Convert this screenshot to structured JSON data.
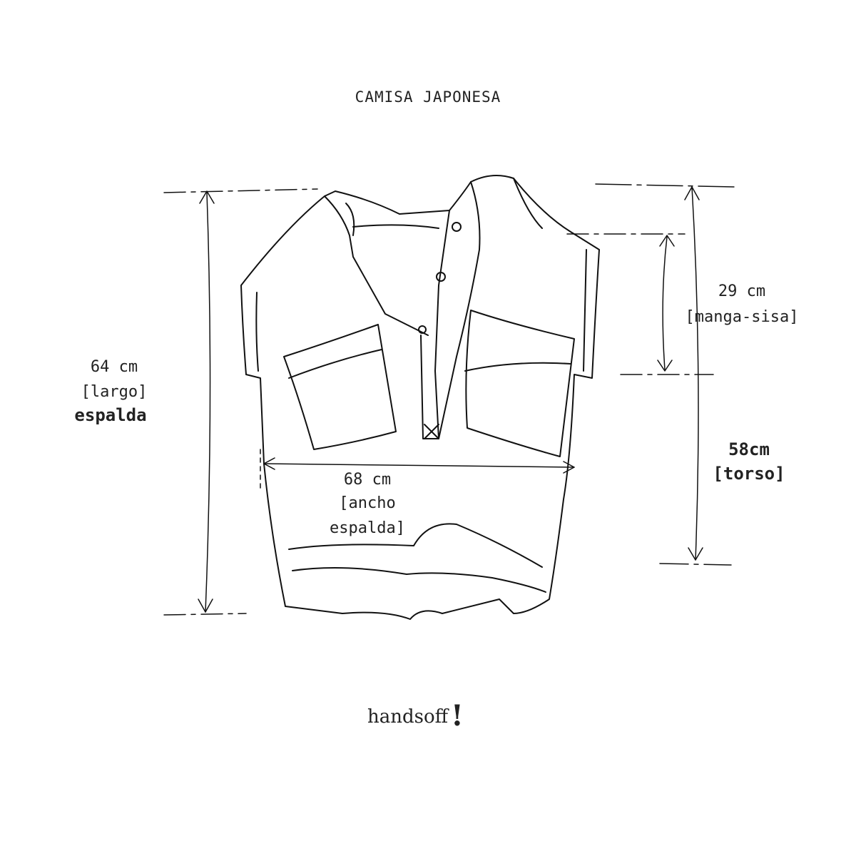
{
  "title": "CAMISA JAPONESA",
  "measurements": {
    "largo": {
      "value": "64 cm",
      "label1": "[largo]",
      "label2": "espalda"
    },
    "ancho": {
      "value": "68 cm",
      "label1": "[ancho",
      "label2": "espalda]"
    },
    "manga": {
      "value": "29 cm",
      "label1": "[manga-sisa]"
    },
    "torso": {
      "value": "58cm",
      "label1": "[torso]"
    }
  },
  "logo": {
    "text": "handsoff",
    "mark": "!"
  }
}
